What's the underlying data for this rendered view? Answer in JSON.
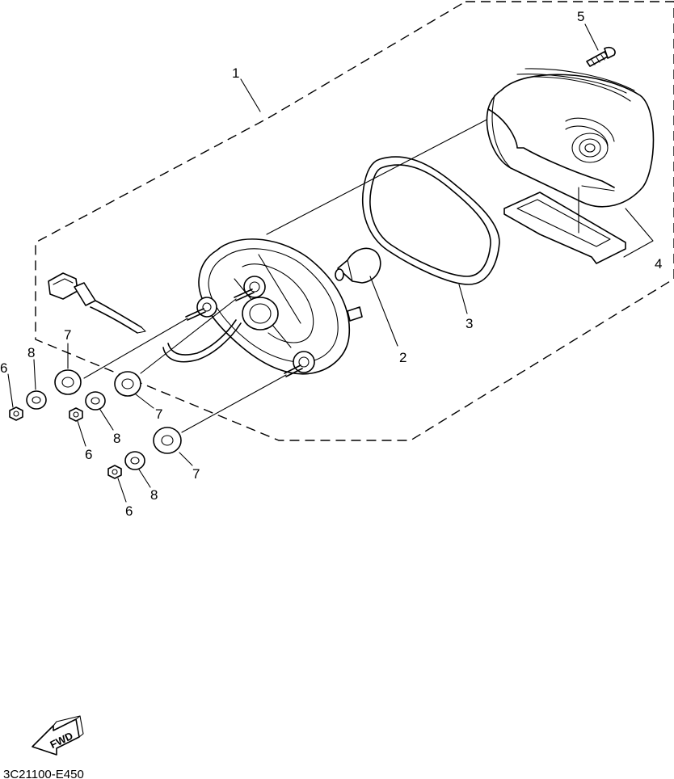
{
  "diagram": {
    "callouts": {
      "c1": "1",
      "c2": "2",
      "c3": "3",
      "c4": "4",
      "c5": "5",
      "c6a": "6",
      "c6b": "6",
      "c6c": "6",
      "c7a": "7",
      "c7b": "7",
      "c7c": "7",
      "c8a": "8",
      "c8b": "8",
      "c8c": "8"
    },
    "direction_label": "FWD",
    "figure_code": "3C21100-E450"
  }
}
